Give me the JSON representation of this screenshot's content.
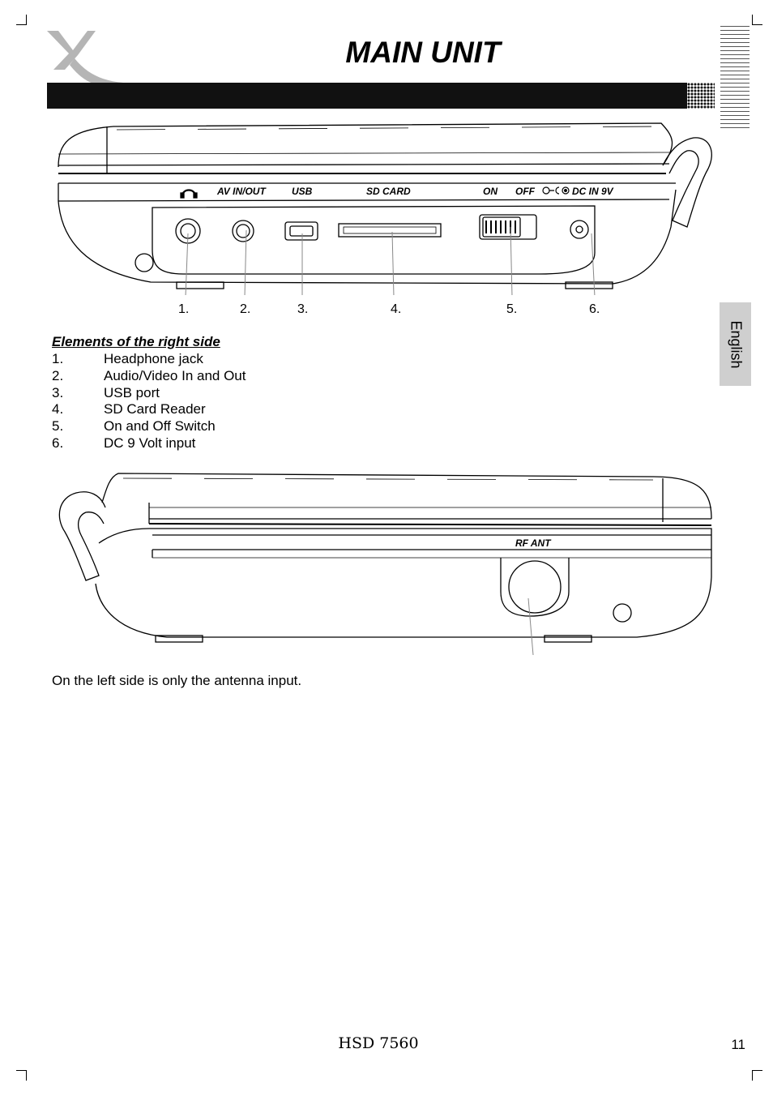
{
  "page": {
    "title": "MAIN UNIT",
    "language_tab": "English",
    "page_number": "11",
    "footer_model": "HSD 7560"
  },
  "right_side": {
    "panel_labels": {
      "av": "AV IN/OUT",
      "usb": "USB",
      "sd": "SD CARD",
      "on": "ON",
      "off": "OFF",
      "dc": "DC IN 9V"
    },
    "callouts": [
      "1.",
      "2.",
      "3.",
      "4.",
      "5.",
      "6."
    ],
    "heading": "Elements of the right side",
    "items": [
      {
        "num": "1.",
        "label": "Headphone jack"
      },
      {
        "num": "2.",
        "label": "Audio/Video In and Out"
      },
      {
        "num": "3.",
        "label": "USB port"
      },
      {
        "num": "4.",
        "label": "SD Card Reader"
      },
      {
        "num": "5.",
        "label": "On and Off Switch"
      },
      {
        "num": "6.",
        "label": "DC 9 Volt input"
      }
    ]
  },
  "left_side": {
    "panel_label": "RF ANT",
    "note": "On the left side is only the antenna input."
  }
}
